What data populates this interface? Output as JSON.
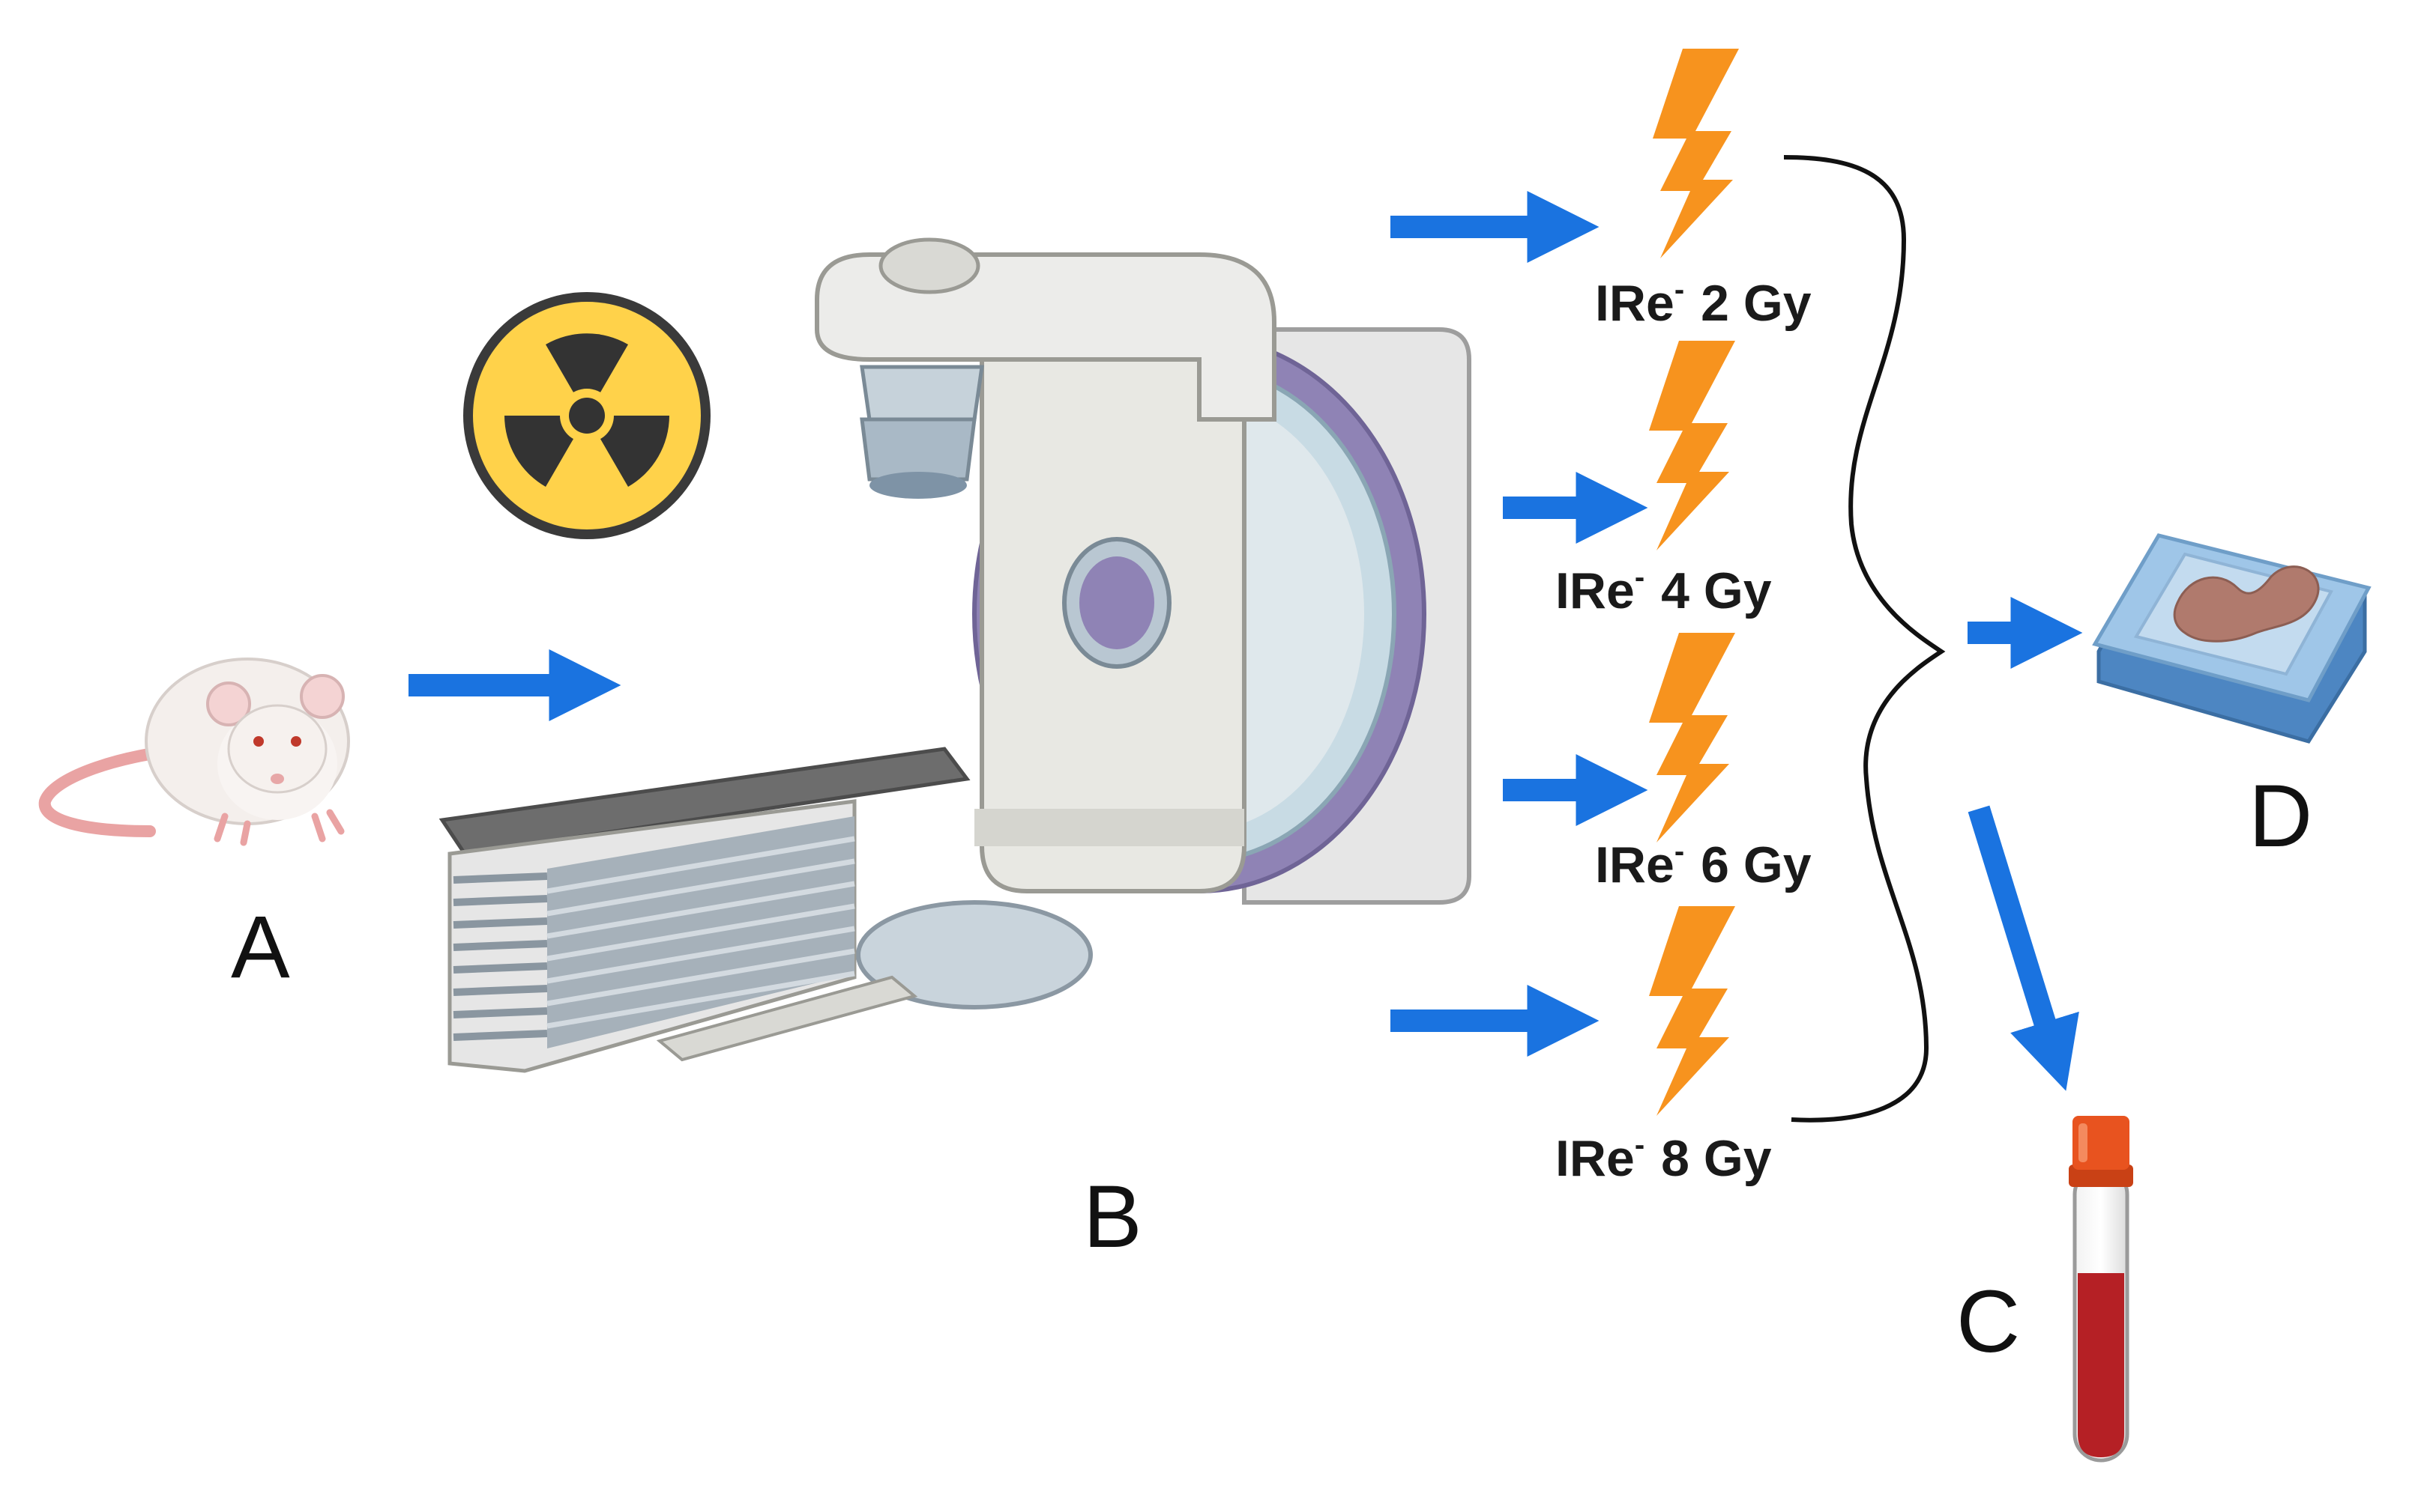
{
  "labels": {
    "a": "A",
    "b": "B",
    "c": "C",
    "d": "D"
  },
  "doses": [
    {
      "prefix": "IRe",
      "sup": "-",
      "value": "2 Gy"
    },
    {
      "prefix": "IRe",
      "sup": "-",
      "value": "4 Gy"
    },
    {
      "prefix": "IRe",
      "sup": "-",
      "value": "6 Gy"
    },
    {
      "prefix": "IRe",
      "sup": "-",
      "value": "8 Gy"
    }
  ],
  "colors": {
    "arrow": "#1a73e0",
    "bolt": "#f7931e",
    "radiation_bg": "#333333",
    "radiation_fg": "#ffd24a",
    "blood": "#b52025",
    "tube_cap": "#e8531f",
    "slide": "#9fc6e8",
    "tissue": "#b07a6d"
  },
  "icons": [
    "rat-icon",
    "radiation-icon",
    "linac-icon",
    "bolt-icon",
    "brace-icon",
    "slide-icon",
    "blood-tube-icon"
  ]
}
